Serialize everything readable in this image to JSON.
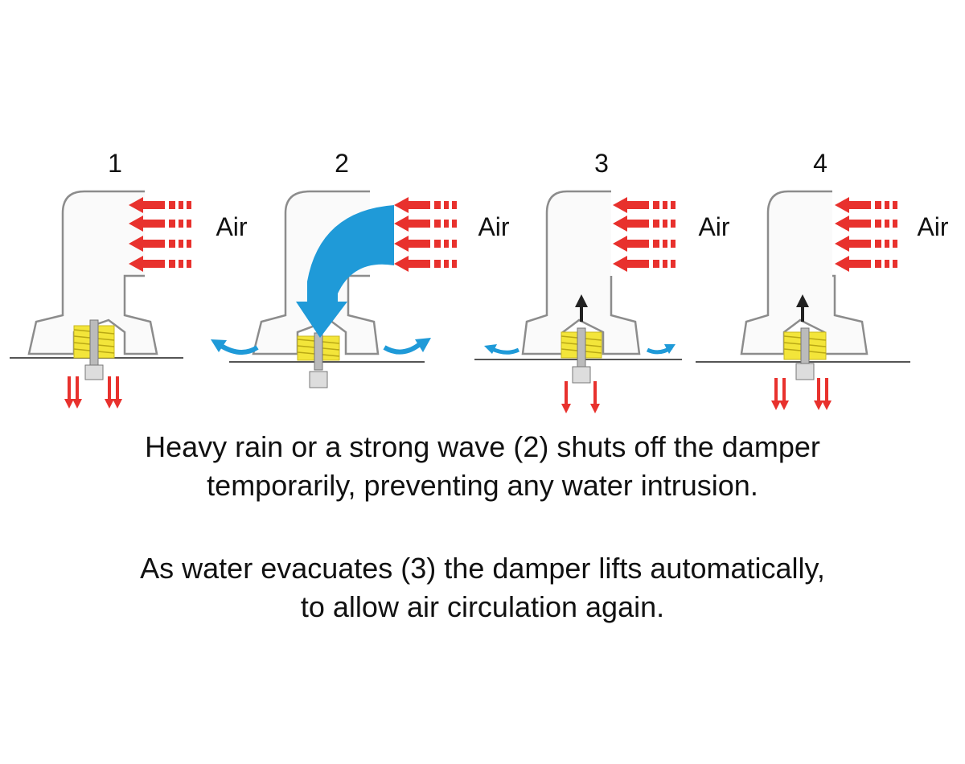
{
  "panels": [
    {
      "number": "1",
      "air_label": "Air",
      "state": "open"
    },
    {
      "number": "2",
      "air_label": "Air",
      "state": "closed"
    },
    {
      "number": "3",
      "air_label": "Air",
      "state": "lifting"
    },
    {
      "number": "4",
      "air_label": "Air",
      "state": "open"
    }
  ],
  "caption": {
    "paragraph1": [
      "Heavy rain or a strong wave (2) shuts off the damper",
      "temporarily, preventing any water intrusion."
    ],
    "paragraph2": [
      "As water evacuates (3) the damper lifts automatically,",
      "to allow air circulation again."
    ]
  },
  "colors": {
    "air_arrow": "#e8312d",
    "water": "#1f9ad8",
    "spring": "#f3e53a",
    "outline": "#8c8c8c",
    "lift_arrow": "#222222"
  }
}
